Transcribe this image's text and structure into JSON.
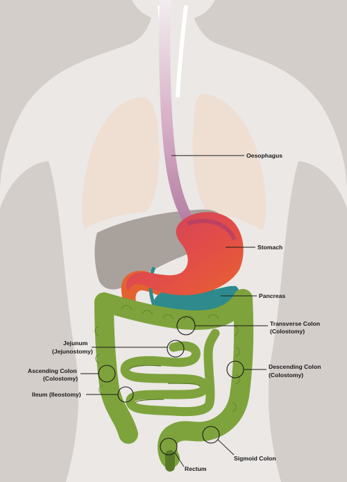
{
  "colors": {
    "background": "#d4cecb",
    "body_silhouette": "#ebe8e6",
    "lungs": "#eedfd2",
    "liver": "#a9a19c",
    "stomach": "#d94a4a",
    "duodenum": "#e4622f",
    "pancreas": "#2e8a8c",
    "oesophagus": "#c998b4",
    "intestine": "#7ea33c",
    "intestine_dark": "#587a27",
    "text": "#1a1a1a"
  },
  "labels": {
    "oesophagus": "Oesophagus",
    "stomach": "Stomach",
    "pancreas": "Pancreas",
    "transverse_1": "Transverse Colon",
    "transverse_2": "(Colostomy)",
    "jejunum_1": "Jejunum",
    "jejunum_2": "(Jejunostomy)",
    "ascending_1": "Ascending Colon",
    "ascending_2": "(Colostomy)",
    "descending_1": "Descending Colon",
    "descending_2": "(Colostomy)",
    "ileum": "Ileum (Ileostomy)",
    "sigmoid": "Sigmoid Colon",
    "rectum": "Rectum"
  }
}
